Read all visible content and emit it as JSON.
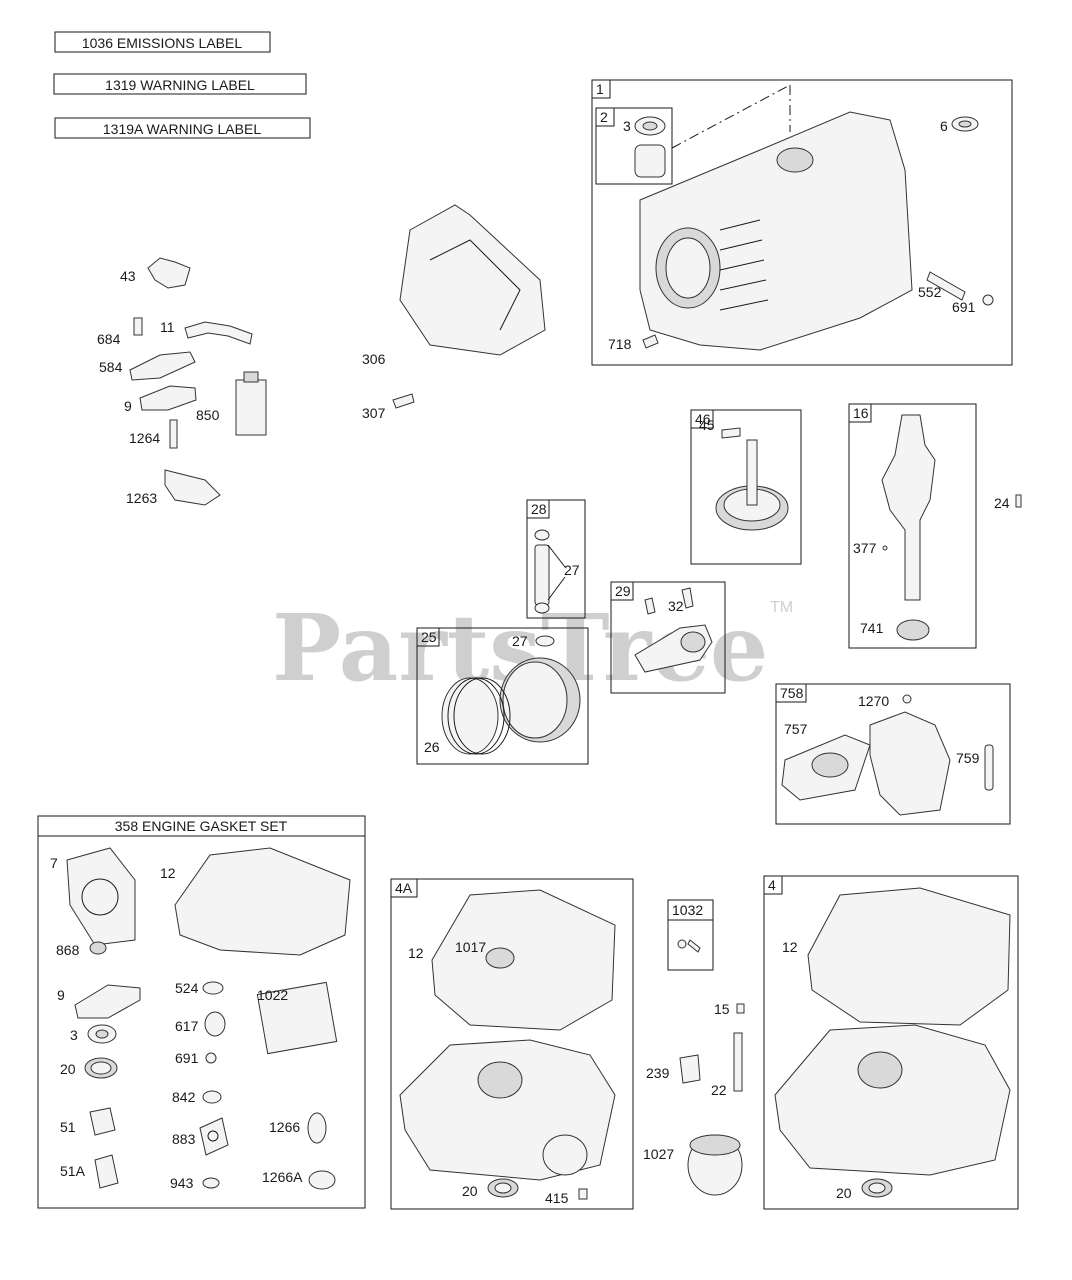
{
  "labels": {
    "emissions": "1036 EMISSIONS LABEL",
    "warning": "1319 WARNING LABEL",
    "warning_a": "1319A WARNING LABEL"
  },
  "watermark": {
    "text": "PartsTree",
    "tm": "TM"
  },
  "groups": {
    "g1": "1",
    "g2": "2",
    "g46": "46",
    "g16": "16",
    "g28": "28",
    "g29": "29",
    "g25": "25",
    "g758": "758",
    "g358": "358 ENGINE GASKET SET",
    "g4a": "4A",
    "g1032": "1032",
    "g4": "4"
  },
  "callouts": {
    "p3": "3",
    "p6": "6",
    "p552": "552",
    "p691": "691",
    "p718": "718",
    "p43": "43",
    "p684": "684",
    "p11": "11",
    "p584": "584",
    "p9": "9",
    "p850": "850",
    "p1264": "1264",
    "p1263": "1263",
    "p306": "306",
    "p307": "307",
    "p45": "45",
    "p24": "24",
    "p377": "377",
    "p741": "741",
    "p27a": "27",
    "p27b": "27",
    "p32": "32",
    "p26": "26",
    "p1270": "1270",
    "p757": "757",
    "p759": "759",
    "k7": "7",
    "k12": "12",
    "k868": "868",
    "k9": "9",
    "k524": "524",
    "k1022": "1022",
    "k3": "3",
    "k617": "617",
    "k691": "691",
    "k20": "20",
    "k842": "842",
    "k51": "51",
    "k883": "883",
    "k1266": "1266",
    "k51A": "51A",
    "k943": "943",
    "k1266A": "1266A",
    "a12": "12",
    "a1017": "1017",
    "a20": "20",
    "a415": "415",
    "p15": "15",
    "p239": "239",
    "p22": "22",
    "p1027": "1027",
    "b12": "12",
    "b20": "20"
  }
}
